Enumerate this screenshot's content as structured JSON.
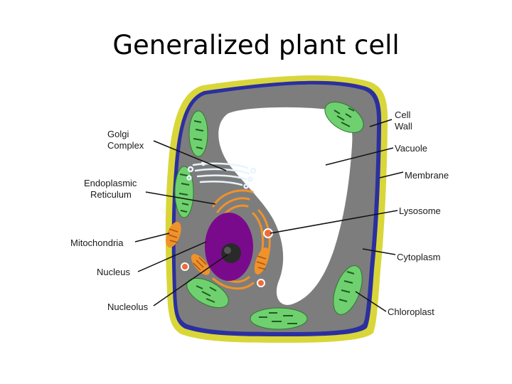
{
  "title": "Generalized plant cell",
  "labels": {
    "golgi_line1": "Golgi",
    "golgi_line2": "Complex",
    "er_line1": "Endoplasmic",
    "er_line2": "Reticulum",
    "mitochondria": "Mitochondria",
    "nucleus": "Nucleus",
    "nucleolus": "Nucleolus",
    "cell_wall_line1": "Cell",
    "cell_wall_line2": "Wall",
    "vacuole": "Vacuole",
    "membrane": "Membrane",
    "lysosome": "Lysosome",
    "cytoplasm": "Cytoplasm",
    "chloroplast": "Chloroplast"
  },
  "colors": {
    "cell_wall": "#d9d63a",
    "membrane": "#2b2fa0",
    "cytoplasm": "#7d7d7d",
    "vacuole": "#ffffff",
    "chloroplast": "#6fd06f",
    "nucleus": "#7a0a8c",
    "mitochondria": "#f0922a",
    "lysosome": "#f06a3a"
  }
}
